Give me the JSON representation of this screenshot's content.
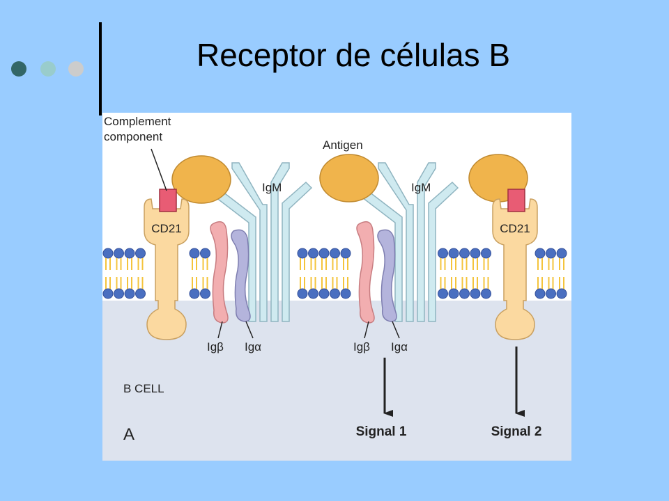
{
  "slide": {
    "title": "Receptor de células B",
    "dots": [
      "#336666",
      "#99cccc",
      "#cccccc"
    ]
  },
  "diagram": {
    "labels": {
      "complement_line1": "Complement",
      "complement_line2": "component",
      "antigen": "Antigen",
      "igm_left": "IgM",
      "igm_right": "IgM",
      "cd21_left": "CD21",
      "cd21_right": "CD21",
      "ig_beta_left": "Igβ",
      "ig_alpha_left": "Igα",
      "ig_beta_right": "Igβ",
      "ig_alpha_right": "Igα",
      "b_cell": "B CELL",
      "panel": "A",
      "signal1": "Signal 1",
      "signal2": "Signal 2"
    },
    "colors": {
      "cytoplasm": "#dde3ee",
      "background": "#ffffff",
      "antigen": "#f0b44c",
      "complement": "#e85c74",
      "cd21": "#fbd9a0",
      "ig_beta": "#f2aeb0",
      "ig_alpha": "#b4b4dc",
      "igm": "#cfeaf0",
      "lipid_head": "#4a6fc0",
      "lipid_tail": "#f4c43c"
    }
  }
}
